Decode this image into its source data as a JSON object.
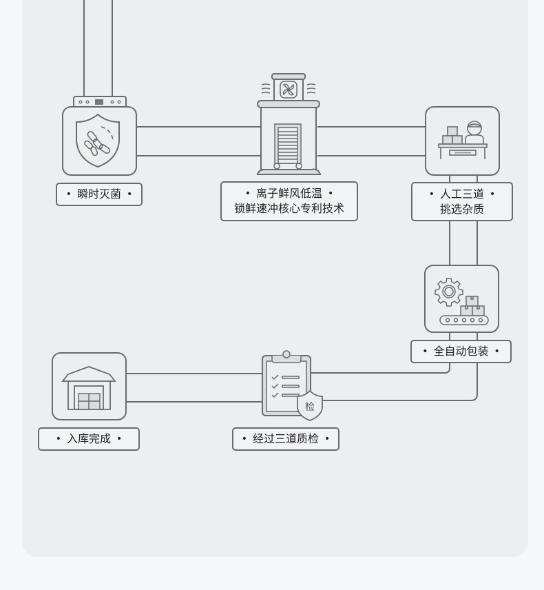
{
  "diagram": {
    "type": "process-flow",
    "colors": {
      "stroke": "#6b6b6b",
      "panel": "#eceef1",
      "page": "#f6f7f9",
      "text": "#222222",
      "icon_fill": "#dcdde0"
    },
    "bullet": "•",
    "steps": [
      {
        "id": "sterilize",
        "icon": "shield-bacteria-icon",
        "lines": [
          "瞬时灭菌"
        ]
      },
      {
        "id": "cold-storage",
        "icon": "cold-storage-icon",
        "lines": [
          "离子鲜风低温",
          "锁鲜速冲核心专利技术"
        ]
      },
      {
        "id": "manual-sort",
        "icon": "worker-sorting-icon",
        "lines": [
          "人工三道",
          "挑选杂质"
        ]
      },
      {
        "id": "auto-pack",
        "icon": "gear-conveyor-icon",
        "lines": [
          "全自动包装"
        ]
      },
      {
        "id": "inspection",
        "icon": "clipboard-check-icon",
        "lines": [
          "经过三道质检"
        ],
        "badge": "检"
      },
      {
        "id": "warehouse",
        "icon": "warehouse-icon",
        "lines": [
          "入库完成"
        ]
      }
    ]
  }
}
